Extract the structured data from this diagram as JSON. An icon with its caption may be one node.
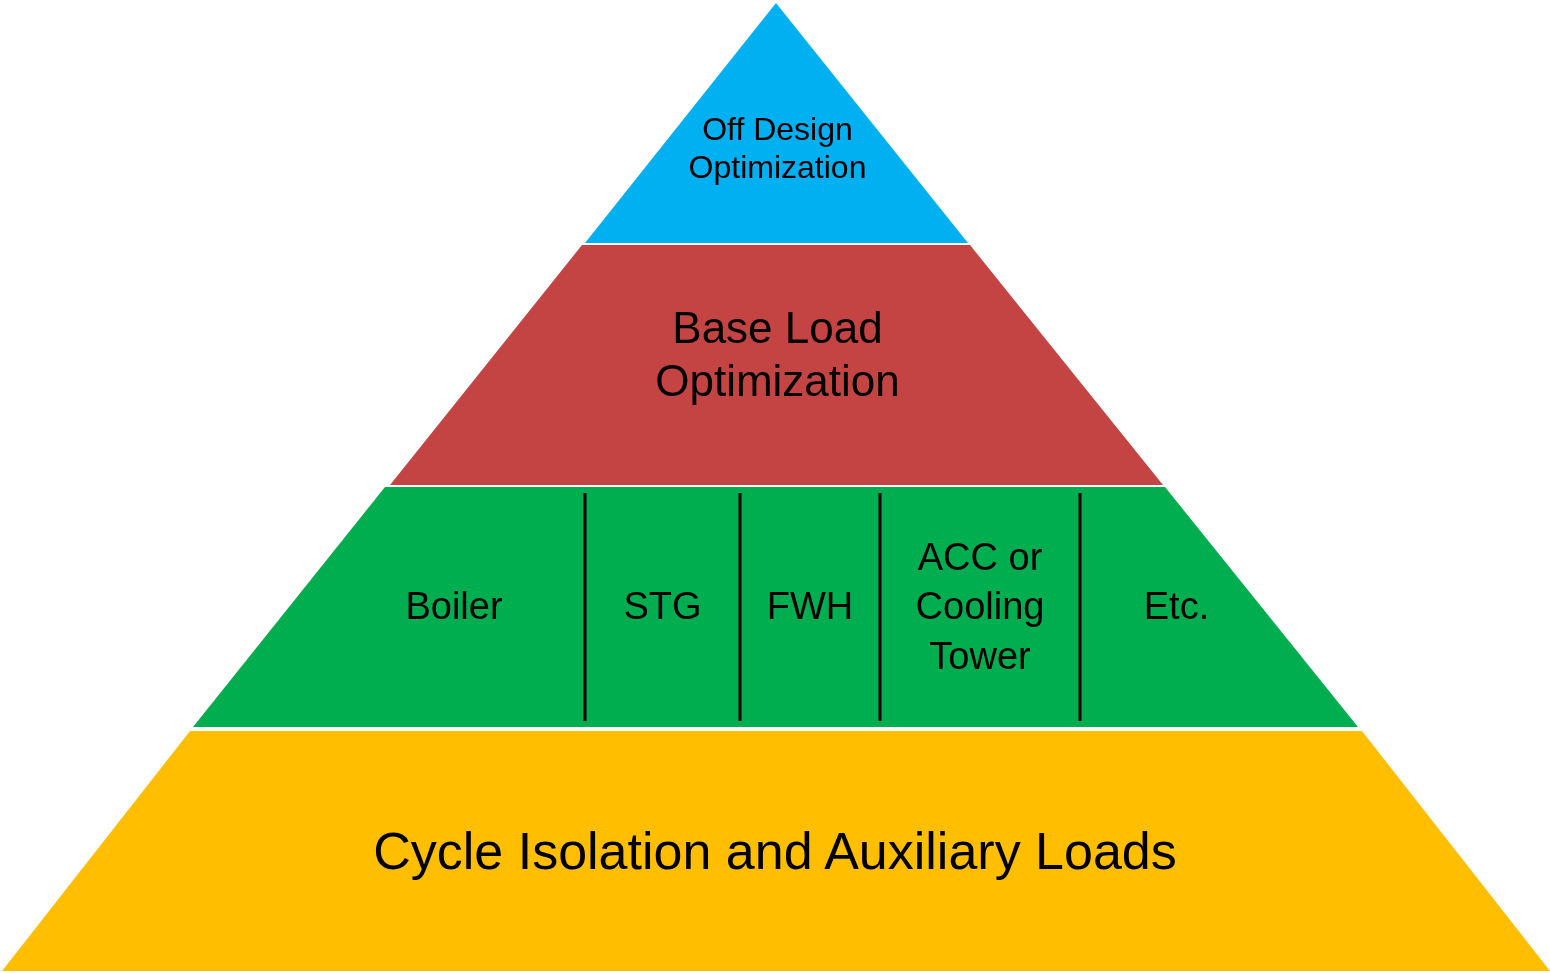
{
  "diagram": {
    "nodes": [
      {
        "text": [
          "Off Design Optimization"
        ]
      },
      {
        "text": [
          "Base Load Optimization"
        ]
      },
      {
        "text": [],
        "shape": "trapezoid"
      },
      {
        "text": [
          "Boiler"
        ],
        "in": 2
      },
      {
        "text": [
          "STG"
        ],
        "in": 2
      },
      {
        "text": [
          "FWH"
        ],
        "in": 2
      },
      {
        "text": [
          "ACC or Cooling Tower"
        ],
        "in": 2
      },
      {
        "text": [
          "Etc."
        ],
        "in": 2
      },
      {
        "text": [
          "Cycle Isolation and Auxiliary Loads"
        ]
      }
    ],
    "edges": []
  }
}
